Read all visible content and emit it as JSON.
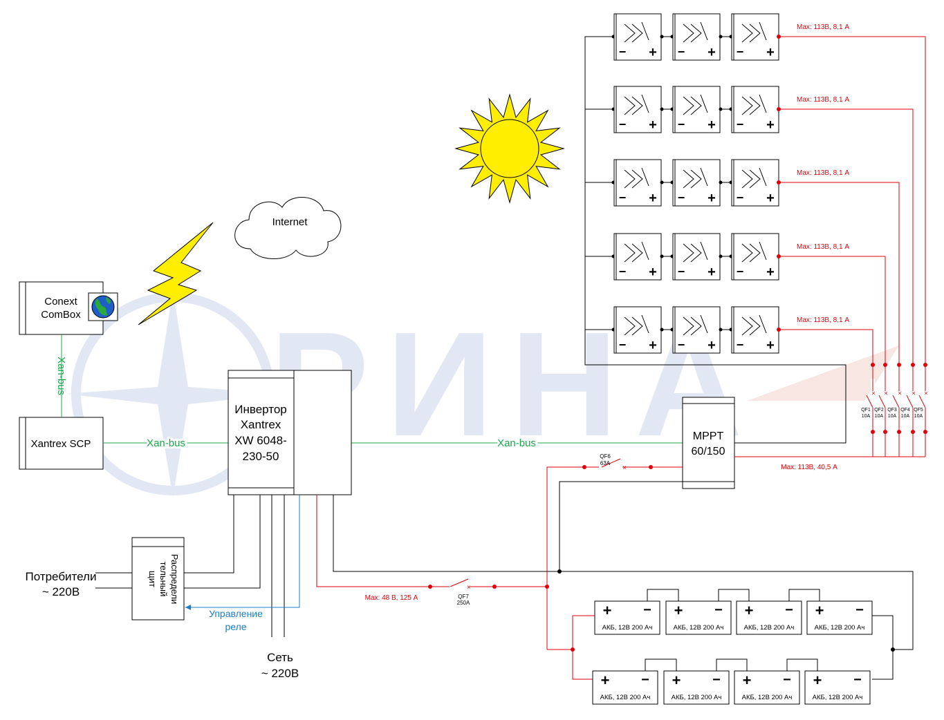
{
  "colors": {
    "wire": "#000000",
    "dc_red": "#e0000a",
    "xanbus_green": "#1aa84a",
    "control_blue": "#1a7fc8",
    "sun_yellow": "#ffee00",
    "watermark_blue": "#c9d5ea",
    "watermark_red": "#f3d2cc"
  },
  "watermark": {
    "text": "РИНА"
  },
  "cloud": {
    "label": "Internet"
  },
  "combox": {
    "line1": "Conext",
    "line2": "ComBox",
    "icon": "globe-icon"
  },
  "scp": {
    "label": "Xantrex SCP"
  },
  "bus": {
    "vertical_label": "Xan-bus",
    "scp_link_label": "Xan-bus",
    "mppt_link_label": "Xan-bus"
  },
  "inverter": {
    "lines": [
      "Инвертор",
      "Xantrex",
      "XW 6048-",
      "230-50"
    ]
  },
  "mppt": {
    "lines": [
      "MPPT",
      "60/150"
    ]
  },
  "panel_board": {
    "lines": [
      "Распредели",
      "тельный",
      "щит"
    ]
  },
  "consumers": {
    "line1": "Потребители",
    "line2": "~ 220В"
  },
  "grid": {
    "line1": "Сеть",
    "line2": "~ 220В"
  },
  "relay_control": {
    "line1": "Управление",
    "line2": "реле"
  },
  "pv_strings": {
    "string_labels": [
      "Max: 113В, 8,1 А",
      "Max: 113В, 8,1 А",
      "Max: 113В, 8,1 А",
      "Max: 113В, 8,1 А",
      "Max: 113В, 8,1 А"
    ],
    "module_minus": "−",
    "module_plus": "+"
  },
  "breakers": {
    "pv": [
      {
        "name": "QF1",
        "rating": "10A"
      },
      {
        "name": "QF2",
        "rating": "10A"
      },
      {
        "name": "QF3",
        "rating": "10A"
      },
      {
        "name": "QF4",
        "rating": "10A"
      },
      {
        "name": "QF5",
        "rating": "10A"
      }
    ],
    "qf6": {
      "name": "QF6",
      "rating": "63A"
    },
    "qf7": {
      "name": "QF7",
      "rating": "250A"
    }
  },
  "pv_combined_label": "Max: 113В, 40,5 А",
  "battery_feed_label": "Max: 48 В, 125 А",
  "batteries": {
    "label": "АКБ, 12В 200 Ач",
    "plus": "+",
    "minus": "−",
    "rows": [
      [
        "АКБ, 12В 200 Ач",
        "АКБ, 12В 200 Ач",
        "АКБ, 12В 200 Ач",
        "АКБ, 12В 200 Ач"
      ],
      [
        "АКБ, 12В 200 Ач",
        "АКБ, 12В 200 Ач",
        "АКБ, 12В 200 Ач",
        "АКБ, 12В 200 Ач"
      ]
    ]
  }
}
